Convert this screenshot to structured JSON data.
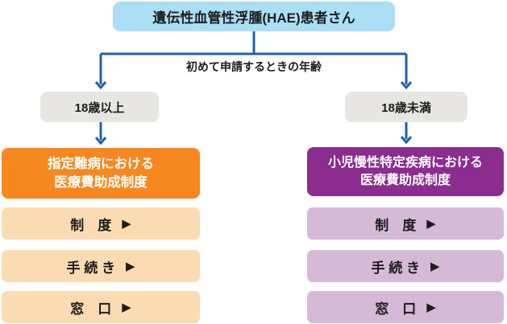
{
  "palette": {
    "line-blue": "#1f5fae",
    "top-box-bg": "#abdff6",
    "age-box-bg": "#e8e6e2",
    "orange": "#f6881f",
    "peach": "#fbdcb2",
    "purple": "#8c2c8f",
    "lavender": "#d6b9d7",
    "ink": "#1c1c1c",
    "white": "#ffffff"
  },
  "flow": {
    "root_label": "遺伝性血管性浮腫(HAE)患者さん",
    "branch_label": "初めて申請するときの年齢",
    "left": {
      "age_label": "18歳以上",
      "program_line1": "指定難病における",
      "program_line2": "医療費助成制度",
      "buttons": [
        {
          "label": "制　度",
          "arrow": "▶"
        },
        {
          "label": "手 続 き",
          "arrow": "▶"
        },
        {
          "label": "窓　口",
          "arrow": "▶"
        }
      ]
    },
    "right": {
      "age_label": "18歳未満",
      "program_line1": "小児慢性特定疾病における",
      "program_line2": "医療費助成制度",
      "buttons": [
        {
          "label": "制　度",
          "arrow": "▶"
        },
        {
          "label": "手 続 き",
          "arrow": "▶"
        },
        {
          "label": "窓　口",
          "arrow": "▶"
        }
      ]
    }
  }
}
